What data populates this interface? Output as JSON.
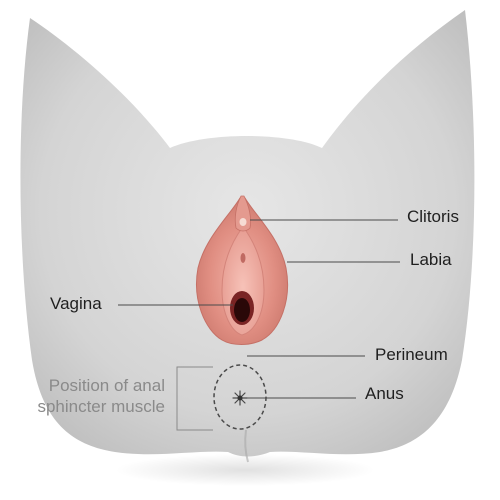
{
  "labels": {
    "clitoris": "Clitoris",
    "labia": "Labia",
    "vagina": "Vagina",
    "perineum": "Perineum",
    "anus": "Anus",
    "sphincter_line1": "Position of anal",
    "sphincter_line2": "sphincter muscle"
  },
  "colors": {
    "body": "#dadada",
    "labia_outer": "#d98a7f",
    "labia_inner": "#eca59b",
    "opening": "#5a1a1a",
    "leader_lines": "#4a4a4a",
    "sphincter_box": "#8a8a8a"
  }
}
